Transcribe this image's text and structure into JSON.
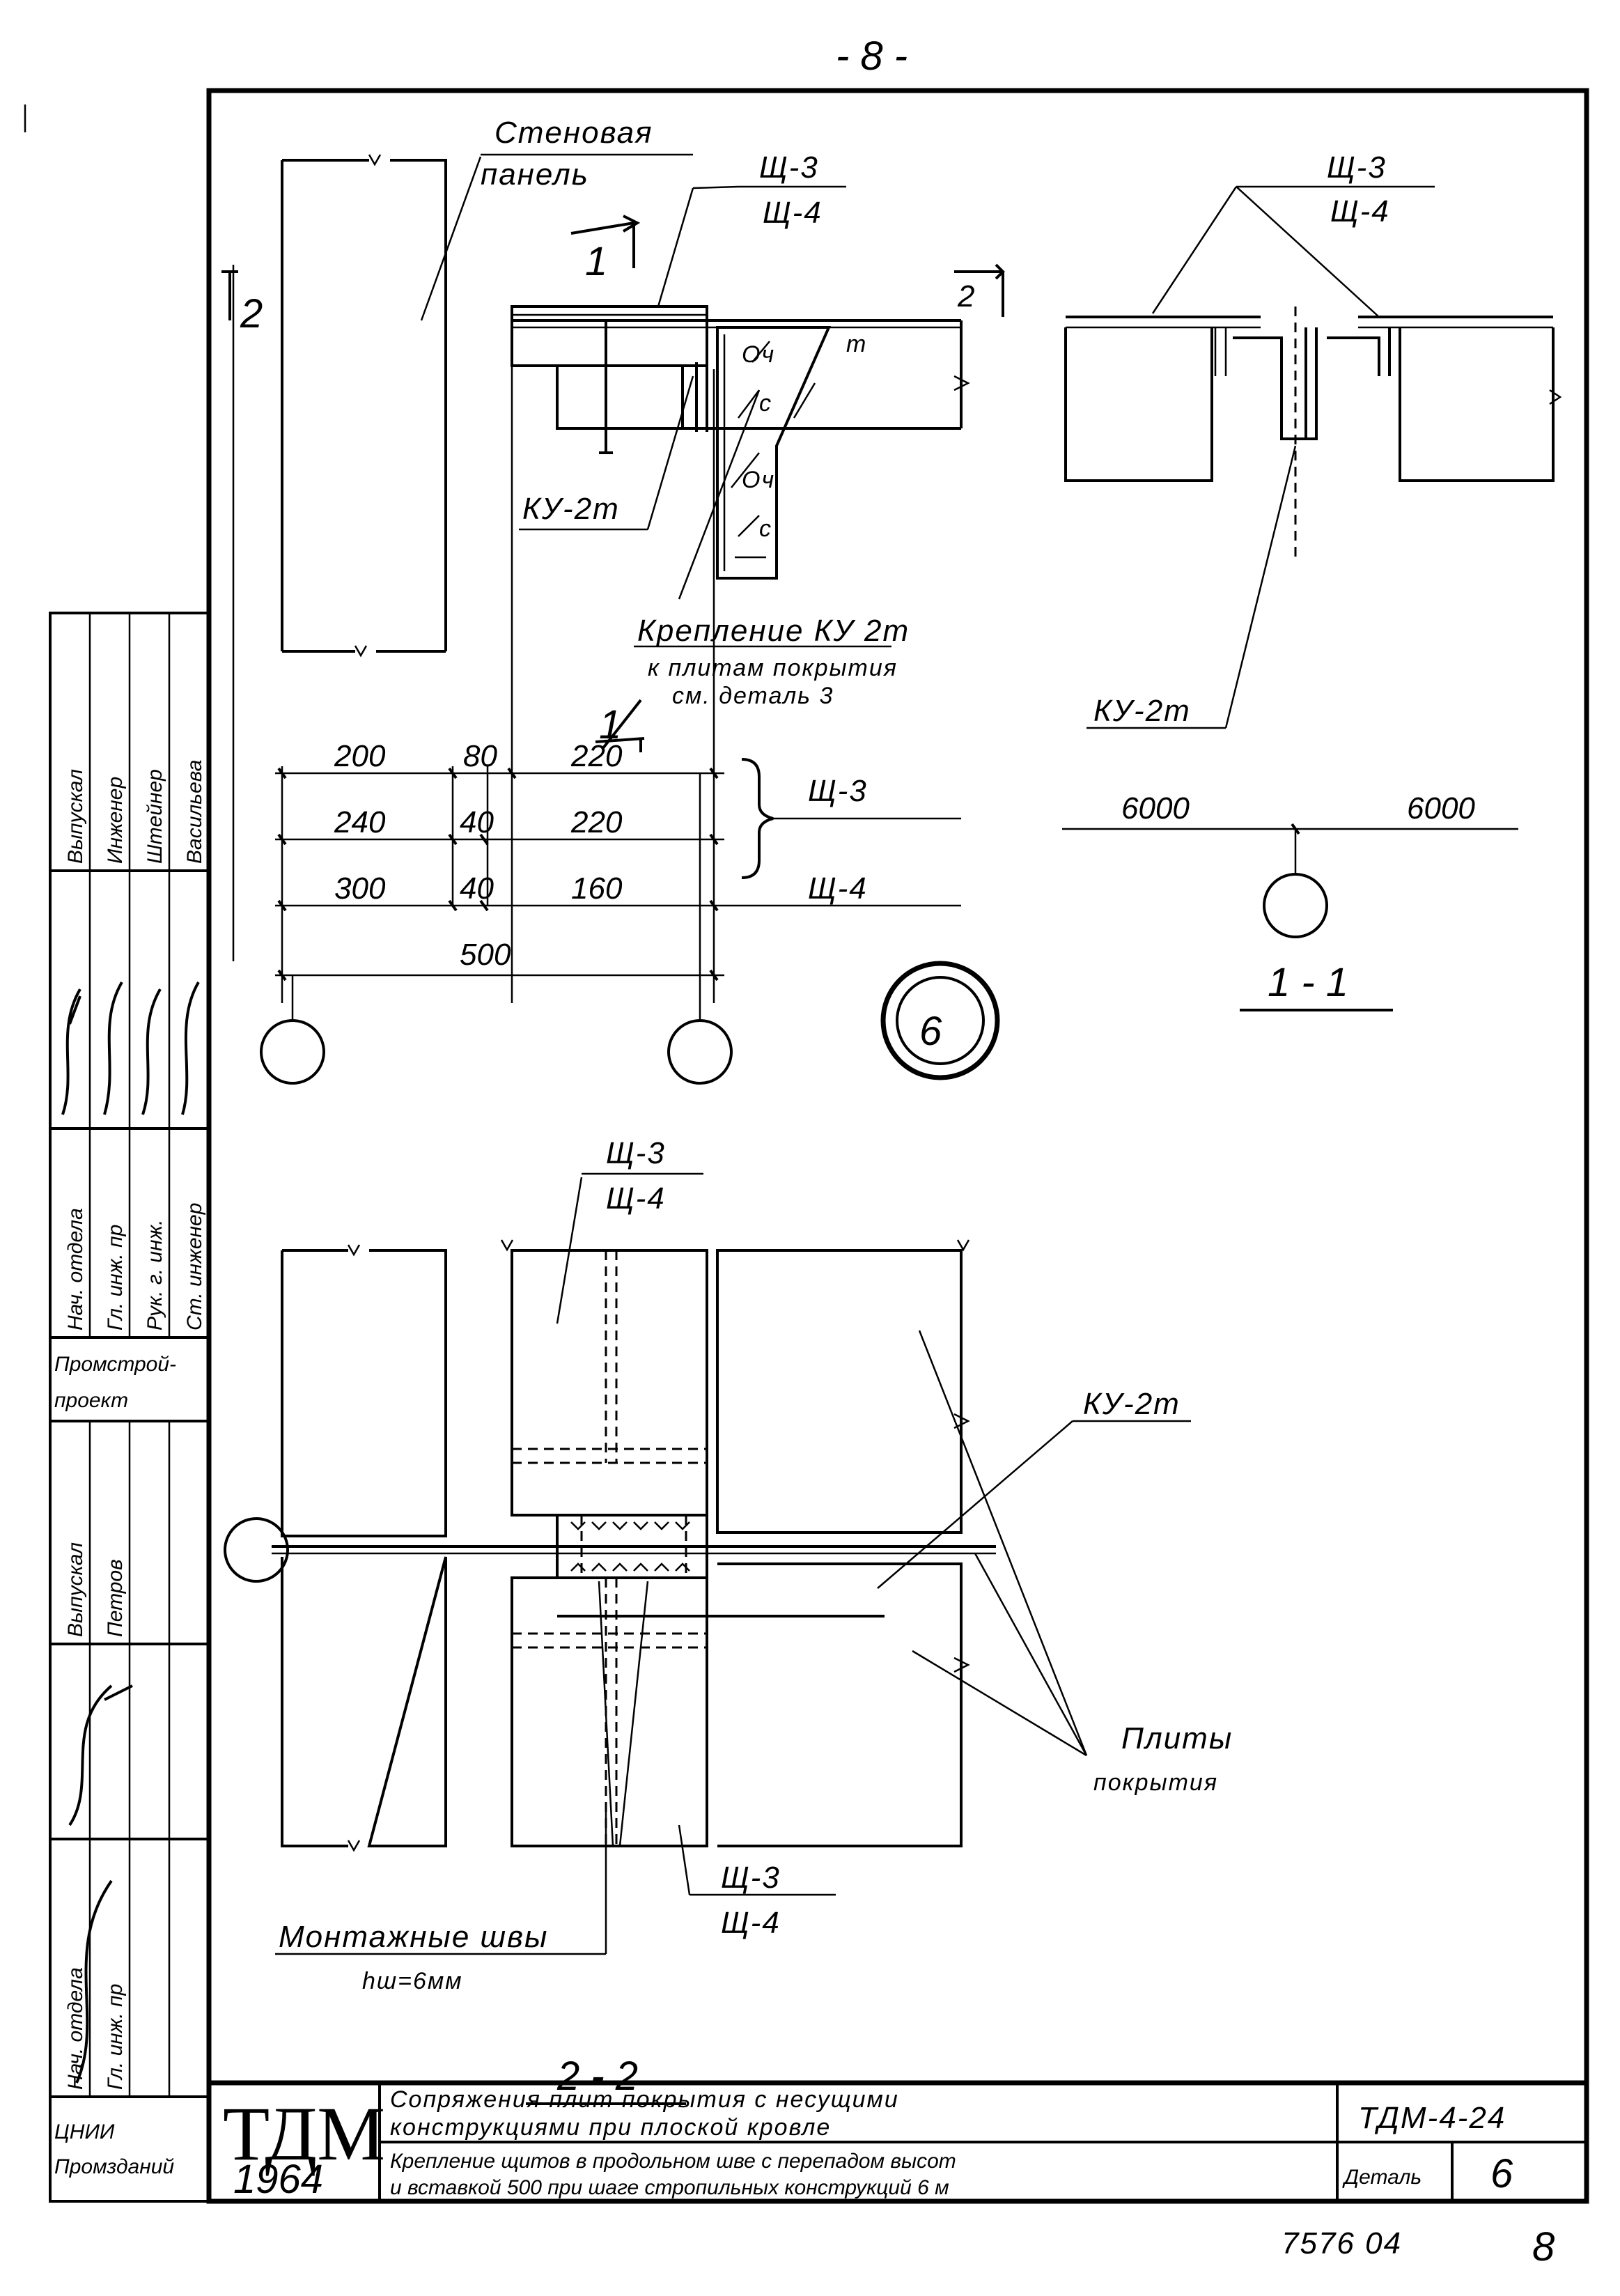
{
  "page_number": "- 8 -",
  "drawing_title_line1": "Сопряжения плит покрытия с несущими",
  "drawing_title_line2": "конструкциями при плоской кровле",
  "drawing_subtitle_line1": "Крепление щитов в продольном шве с перепадом высот",
  "drawing_subtitle_line2": "и вставкой 500 при шаге стропильных конструкций 6 м",
  "logo": "ТДМ",
  "year": "1964",
  "series_code": "ТДМ-4-24",
  "detail_label": "Деталь",
  "detail_number": "6",
  "sheet_code": "7576 04",
  "sheet_number": "8",
  "detail_circle_number": "6",
  "node_main": {
    "wall_panel_label_1": "Стеновая",
    "wall_panel_label_2": "панель",
    "shield_top_1": "Щ-3",
    "shield_top_2": "Щ-4",
    "section_mark_1_top": "1",
    "section_mark_1_bottom": "1",
    "section_mark_2_left": "2",
    "section_mark_2_right": "2",
    "ku_label": "КУ-2т",
    "fastening_note_1": "Крепление КУ 2т",
    "fastening_note_2": "к плитам покрытия",
    "fastening_note_3": "см. деталь 3",
    "dims_row1": [
      "200",
      "80",
      "220"
    ],
    "dims_row2": [
      "240",
      "40",
      "220"
    ],
    "dims_row3": [
      "300",
      "40",
      "160"
    ],
    "dims_total": "500",
    "bracket_label": "Щ-3",
    "row3_label": "Щ-4"
  },
  "section_1_1": {
    "shield_1": "Щ-3",
    "shield_2": "Щ-4",
    "ku_label": "КУ-2т",
    "dim_left": "6000",
    "dim_right": "6000",
    "title": "1 - 1"
  },
  "section_2_2": {
    "shield_top_1": "Щ-3",
    "shield_top_2": "Щ-4",
    "ku_label": "КУ-2т",
    "slabs_1": "Плиты",
    "slabs_2": "покрытия",
    "shield_bottom_1": "Щ-3",
    "shield_bottom_2": "Щ-4",
    "weld_1": "Монтажные швы",
    "weld_2": "hш=6мм",
    "title": "2 - 2"
  },
  "stamp": {
    "col_roles": [
      "Выпускал",
      "Инженер",
      "Штейнер",
      "Васильева"
    ],
    "col_roles_b": [
      "Нач. отдела",
      "Гл. инж. пр",
      "Рук. г. инж.",
      "Ст. инженер"
    ],
    "org_1": "Промстрой-",
    "org_2": "проект",
    "roles_lower": [
      "Выпускал",
      "Петров"
    ],
    "roles_bottom": [
      "Нач. отдела",
      "Гл. инж. пр"
    ],
    "institute_1": "ЦНИИ",
    "institute_2": "Промзданий"
  }
}
